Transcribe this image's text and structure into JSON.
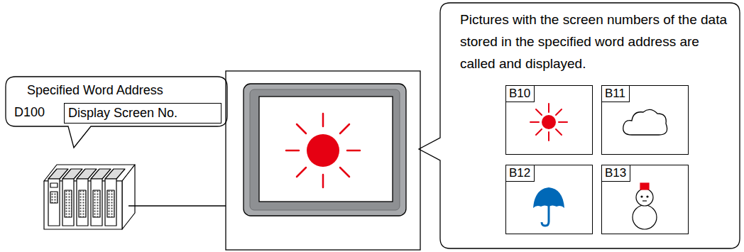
{
  "diagram": {
    "nodes": [
      {
        "text": [
          "Specified Word Address",
          "D100"
        ]
      },
      {
        "text": [
          "Display Screen No."
        ],
        "in": 0
      },
      {
        "text": [
          "Pictures with the screen numbers of the data stored in the specified word address are called and displayed."
        ]
      },
      {
        "text": [
          "B10"
        ],
        "in": 2
      },
      {
        "text": [
          "B11"
        ],
        "in": 2
      },
      {
        "text": [
          "B12"
        ],
        "in": 2
      },
      {
        "text": [
          "B13"
        ],
        "in": 2
      }
    ]
  }
}
